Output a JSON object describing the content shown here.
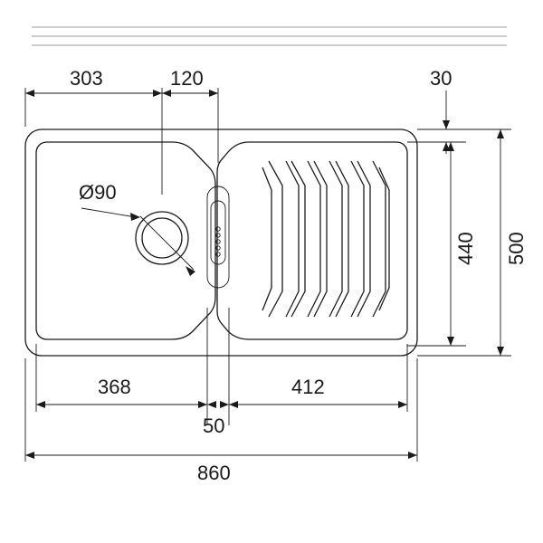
{
  "drawing": {
    "dimensions": {
      "top_left_width": "303",
      "top_center_width": "120",
      "top_right_offset": "30",
      "bowl_inner_depth": "440",
      "overall_depth": "500",
      "bowl_width": "368",
      "drainer_width": "412",
      "divider_width": "50",
      "overall_width": "860",
      "drain_diameter": "Ø90"
    },
    "colors": {
      "ink": "#1a1a1a",
      "background": "#ffffff"
    }
  }
}
